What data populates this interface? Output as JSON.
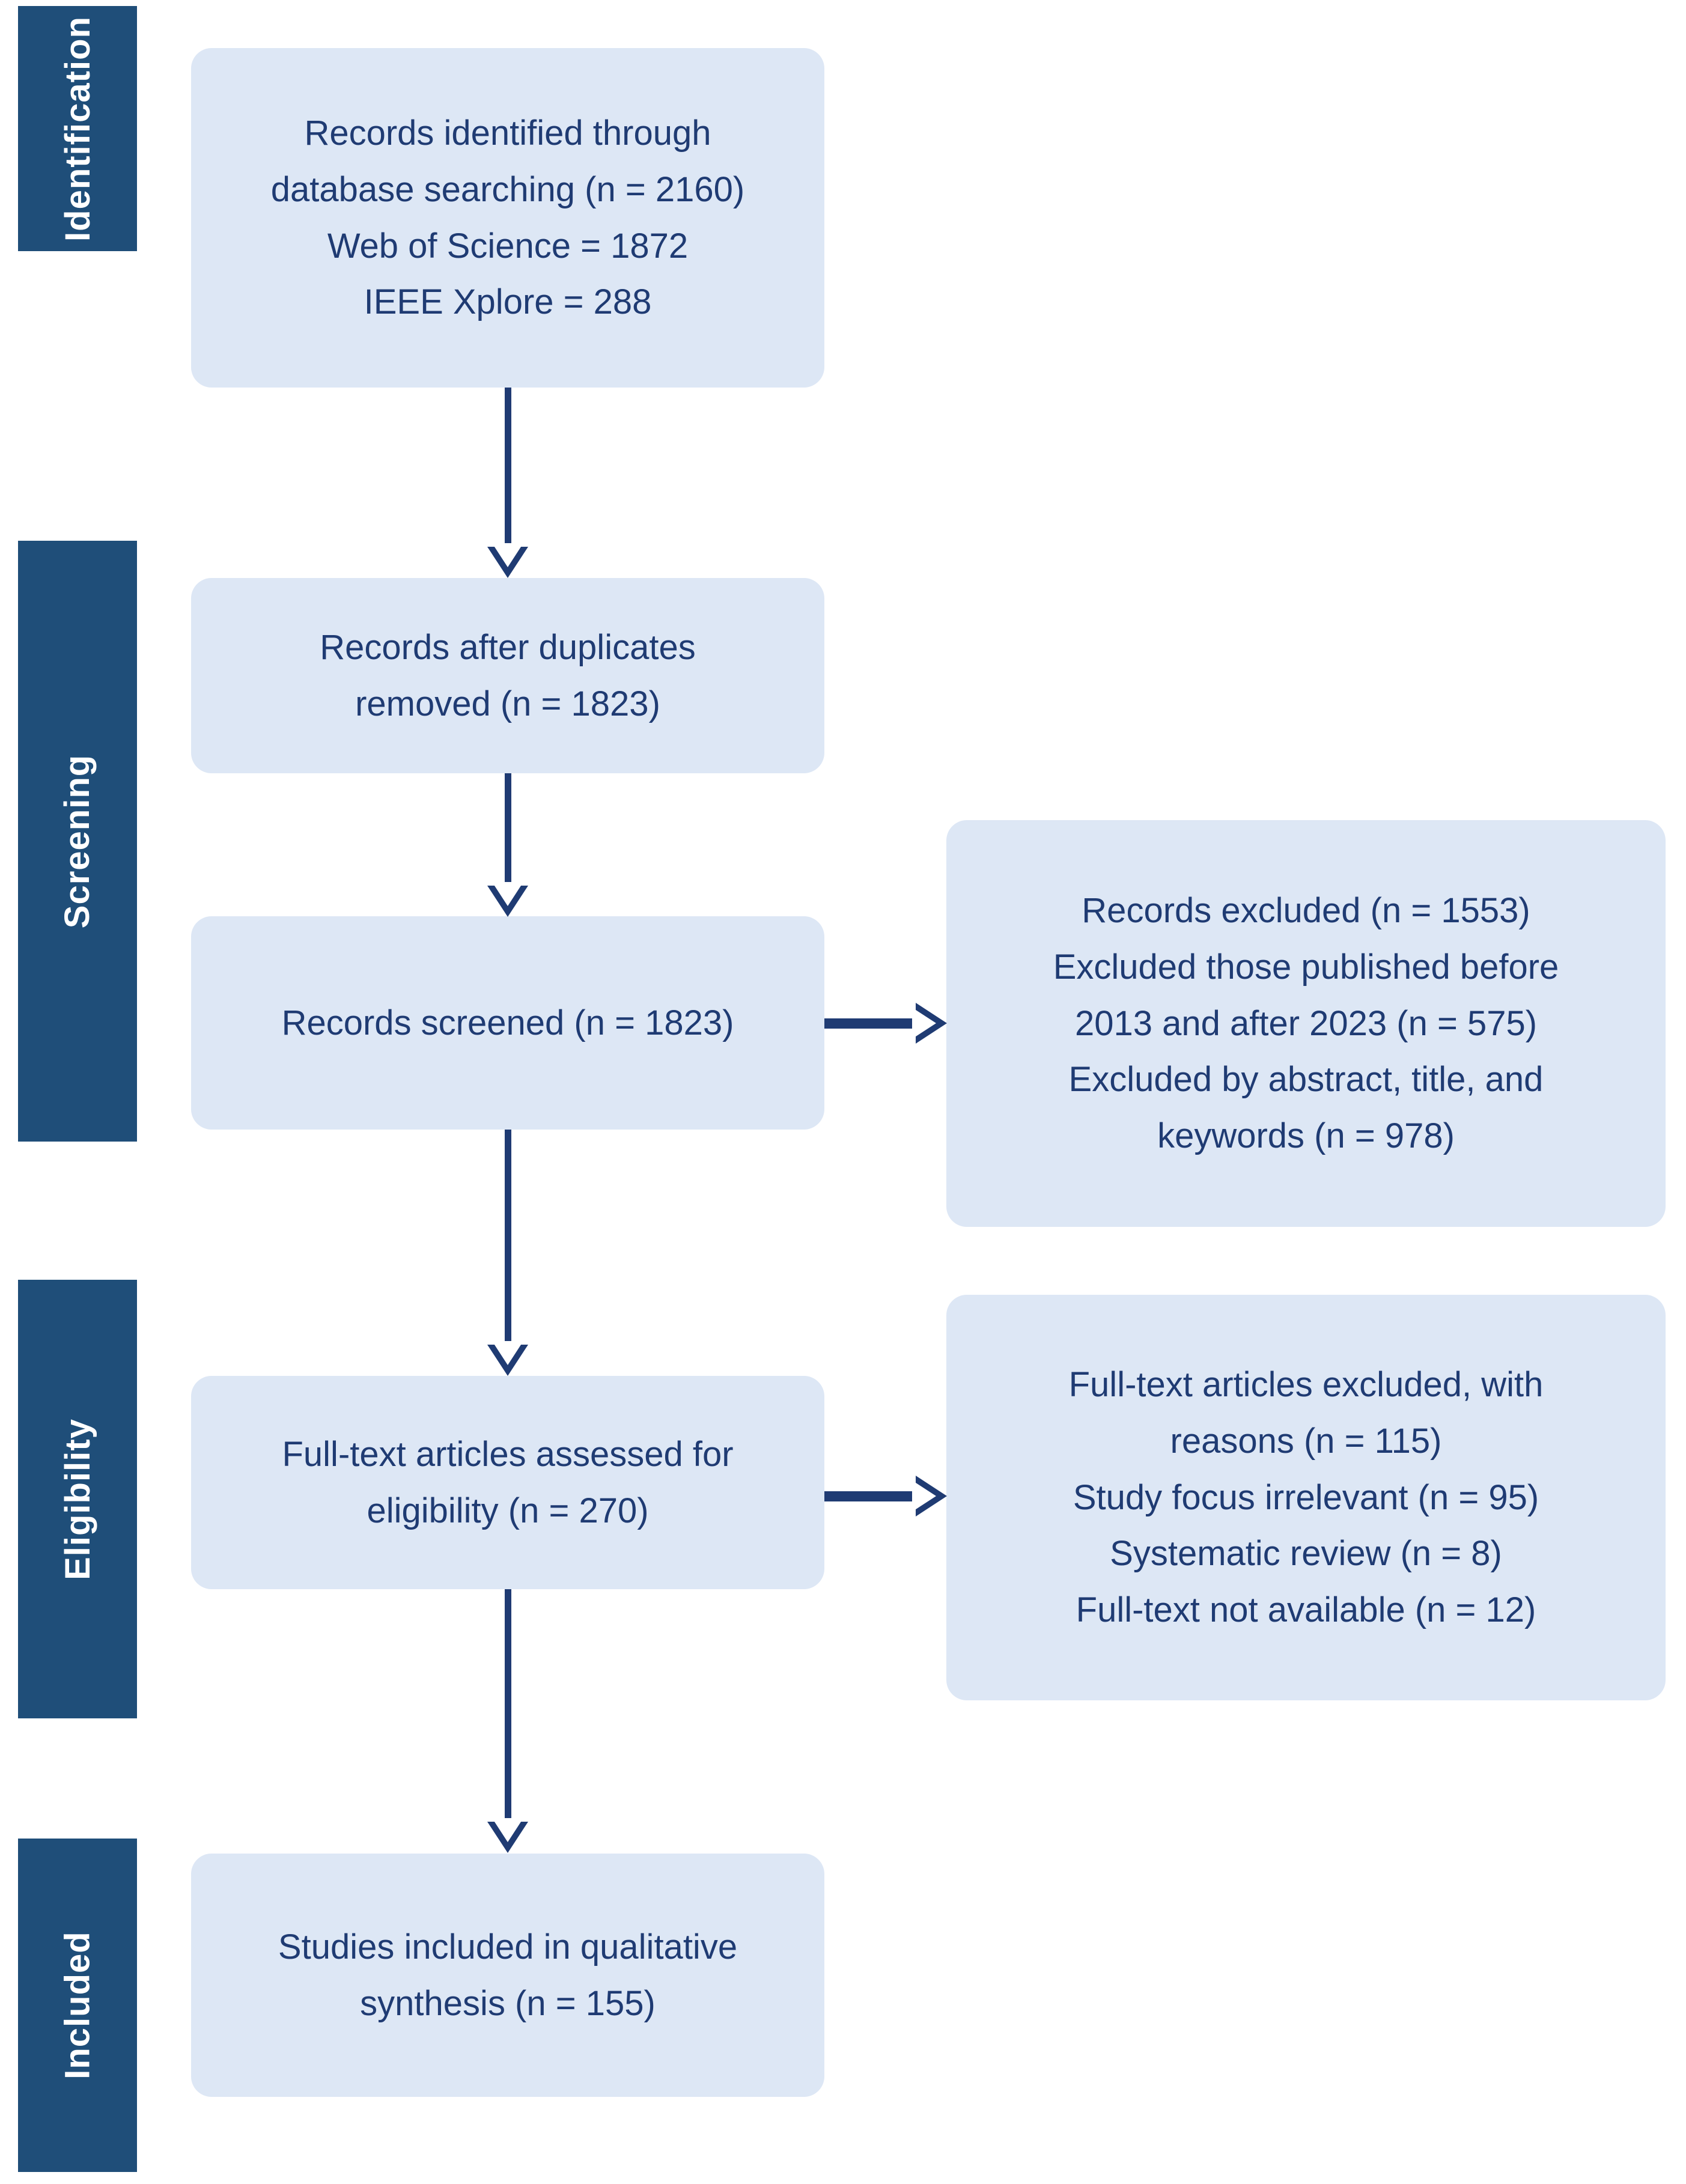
{
  "diagram": {
    "type": "prisma-flow-diagram",
    "colors": {
      "stage_bar": "#1F4E79",
      "box_fill": "#DDE7F5",
      "text": "#1F3B73",
      "connector": "#1F3B73",
      "background": "#FFFFFF"
    }
  },
  "stages": [
    {
      "label": "Identification"
    },
    {
      "label": "Screening"
    },
    {
      "label": "Eligibility"
    },
    {
      "label": "Included"
    }
  ],
  "boxes": {
    "identified": {
      "text": "Records identified through\ndatabase searching (n = 2160)\nWeb of Science = 1872\nIEEE Xplore = 288",
      "lines": [
        "Records identified through",
        "database searching (n = 2160)",
        "Web of Science = 1872",
        "IEEE Xplore = 288"
      ],
      "counts": {
        "total": 2160,
        "web_of_science": 1872,
        "ieee_xplore": 288
      }
    },
    "after_duplicates": {
      "text": "Records after duplicates\nremoved (n = 1823)",
      "lines": [
        "Records after duplicates",
        "removed (n = 1823)"
      ],
      "counts": {
        "n": 1823
      }
    },
    "screened": {
      "text": "Records screened (n = 1823)",
      "lines": [
        "Records screened (n = 1823)"
      ],
      "counts": {
        "n": 1823
      }
    },
    "records_excluded": {
      "text": "Records excluded (n = 1553)\nExcluded those published before\n2013 and after 2023 (n = 575)\nExcluded by abstract, title, and\nkeywords (n = 978)",
      "lines": [
        "Records excluded (n = 1553)",
        "Excluded those published before",
        "2013 and after 2023 (n = 575)",
        "Excluded by abstract, title, and",
        "keywords (n = 978)"
      ],
      "counts": {
        "excluded_total": 1553,
        "by_year": 575,
        "by_abstract_title_keywords": 978
      }
    },
    "fulltext_assessed": {
      "text": "Full-text articles assessed for\neligibility (n = 270)",
      "lines": [
        "Full-text articles assessed for",
        "eligibility (n = 270)"
      ],
      "counts": {
        "n": 270
      }
    },
    "fulltext_excluded": {
      "text": "Full-text articles excluded, with\nreasons (n = 115)\nStudy focus irrelevant (n = 95)\nSystematic review (n = 8)\nFull-text not available (n = 12)",
      "lines": [
        "Full-text articles excluded, with",
        "reasons (n = 115)",
        "Study focus irrelevant (n = 95)",
        "Systematic review (n = 8)",
        "Full-text not available (n = 12)"
      ],
      "counts": {
        "excluded_total": 115,
        "study_focus_irrelevant": 95,
        "systematic_review": 8,
        "fulltext_not_available": 12
      }
    },
    "included": {
      "text": "Studies included in qualitative\nsynthesis (n = 155)",
      "lines": [
        "Studies included in qualitative",
        "synthesis (n = 155)"
      ],
      "counts": {
        "n": 155
      }
    }
  }
}
